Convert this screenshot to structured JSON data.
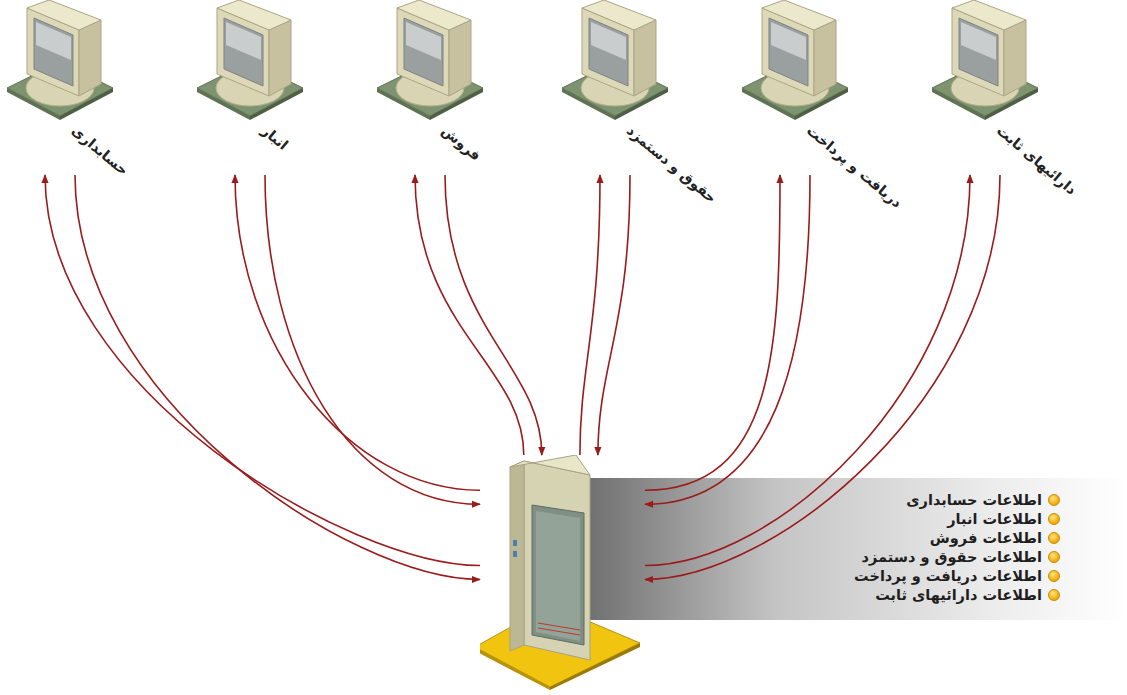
{
  "diagram": {
    "nodes": [
      {
        "text": [
          "حسابداری"
        ]
      },
      {
        "text": [
          "انبار"
        ]
      },
      {
        "text": [
          "فروش"
        ]
      },
      {
        "text": [
          "حقوق و دستمزد"
        ]
      },
      {
        "text": [
          "دریافت و پرداخت"
        ]
      },
      {
        "text": [
          "دارائیهای ثابت"
        ]
      },
      {
        "text": [
          "اطلاعات حسابداری",
          "اطلاعات انبار",
          "اطلاعات فروش",
          "اطلاعات حقوق و دستمزد",
          "اطلاعات دریافت و پرداخت",
          "اطلاعات دارائیهای ثابت"
        ]
      }
    ],
    "edges": [
      {
        "from": 6,
        "to": 0,
        "arrow": "to"
      },
      {
        "from": 0,
        "to": 6,
        "arrow": "to"
      },
      {
        "from": 6,
        "to": 1,
        "arrow": "to"
      },
      {
        "from": 1,
        "to": 6,
        "arrow": "to"
      },
      {
        "from": 6,
        "to": 2,
        "arrow": "to"
      },
      {
        "from": 2,
        "to": 6,
        "arrow": "to"
      },
      {
        "from": 6,
        "to": 3,
        "arrow": "to"
      },
      {
        "from": 3,
        "to": 6,
        "arrow": "to"
      },
      {
        "from": 6,
        "to": 4,
        "arrow": "to"
      },
      {
        "from": 4,
        "to": 6,
        "arrow": "to"
      },
      {
        "from": 6,
        "to": 5,
        "arrow": "to"
      },
      {
        "from": 5,
        "to": 6,
        "arrow": "to"
      }
    ]
  }
}
